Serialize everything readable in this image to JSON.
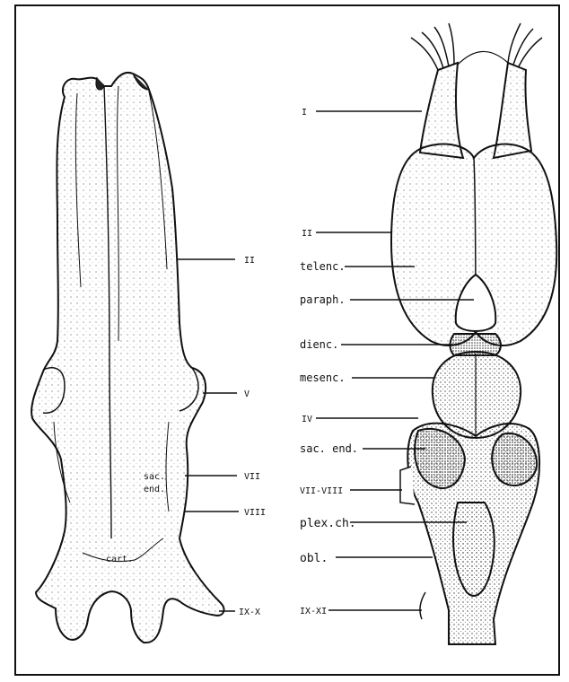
{
  "skull_labels": {
    "ii": "II",
    "v": "V",
    "vii": "VII",
    "sac_end_1": "sac.",
    "sac_end_2": "end.",
    "viii": "VIII",
    "cart": "cart.",
    "ix_x": "IX-X"
  },
  "brain_labels": {
    "i": "I",
    "ii": "II",
    "telenc": "telenc.",
    "paraph": "paraph.",
    "dienc": "dienc.",
    "mesenc": "mesenc.",
    "iv": "IV",
    "sac_end": "sac. end.",
    "vii_viii": "VII-VIII",
    "plex_ch": "plex.ch.",
    "obl": "obl.",
    "ix_xi": "IX-XI"
  },
  "colors": {
    "ink": "#111111",
    "paper": "#ffffff",
    "stipple": "#555555"
  }
}
